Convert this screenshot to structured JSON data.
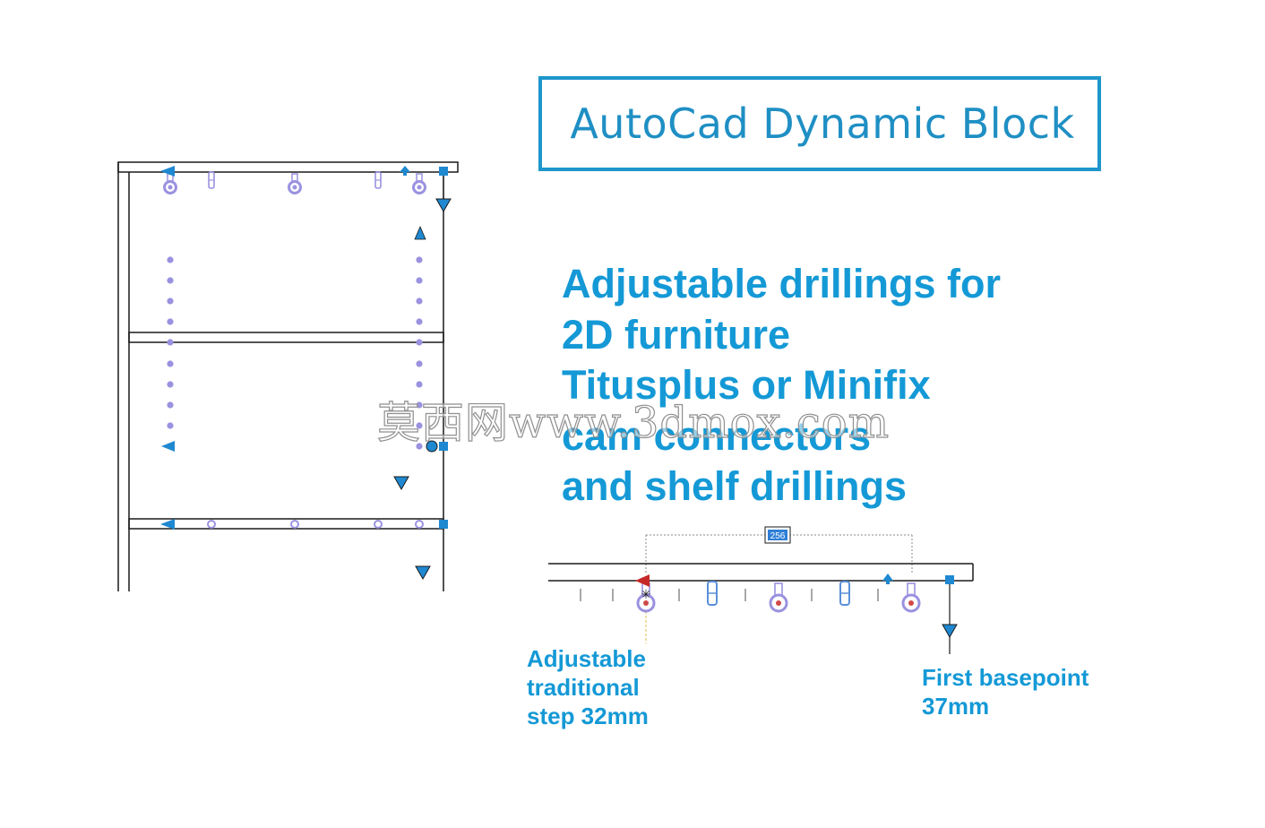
{
  "title": "AutoCad Dynamic Block",
  "description_lines": [
    "Adjustable drillings for",
    "2D furniture",
    "Titusplus or Minifix",
    "cam connectors",
    "and shelf drillings"
  ],
  "dimension_value": "256",
  "notes": {
    "step": [
      "Adjustable",
      "traditional",
      "step 32mm"
    ],
    "basepoint": [
      "First basepoint",
      "37mm"
    ]
  },
  "watermark": "莫西网www.3dmox.com",
  "colors": {
    "accent_blue": "#1499d6",
    "title_blue": "#1f8fc4",
    "grip_blue": "#1e88d0",
    "hole_purple": "#9a92e0",
    "line": "#1a1a1a"
  },
  "icons": {
    "grip_square": "square-grip-icon",
    "grip_arrow": "triangle-grip-icon",
    "cam_hole": "cam-hole-icon",
    "dowel": "dowel-icon",
    "shelf_pin": "shelf-pin-icon"
  }
}
